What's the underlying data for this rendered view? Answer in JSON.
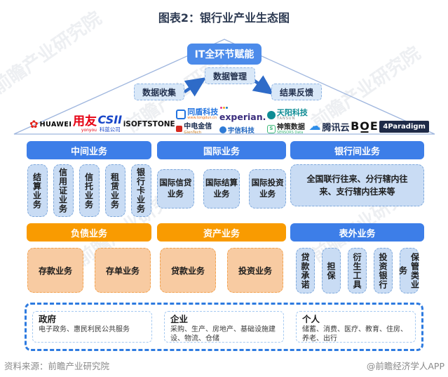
{
  "title": "图表2：银行业产业生态图",
  "roof": {
    "apex_label": "IT全环节赋能",
    "flow": [
      "数据收集",
      "数据管理",
      "结果反馈"
    ]
  },
  "logos": {
    "huawei": {
      "name": "HUAWEI"
    },
    "yonyou": {
      "name": "用友",
      "sub": "yonyou"
    },
    "csii": {
      "name": "CSII",
      "sub": "科蓝公司"
    },
    "isoftstone": {
      "name": "iSOFTSTONE"
    },
    "tongdun": {
      "name": "同盾科技",
      "sub": "www.tongdun.cn"
    },
    "gientech": {
      "name": "中电金信",
      "sub": "GienTech"
    },
    "experian": {
      "name": "experian."
    },
    "yuxin": {
      "name": "宇信科技"
    },
    "tansun": {
      "name": "天阳科技",
      "sub": "TANSUN"
    },
    "sensors": {
      "name": "神策数据",
      "sub": "SENSORS Data"
    },
    "tencent_cloud": {
      "name": "腾讯云"
    },
    "boe": {
      "name": "BOE"
    },
    "paradigm": {
      "name": "4Paradigm"
    }
  },
  "sections": {
    "zhongjian": {
      "title": "中间业务",
      "theme": "blue",
      "orientation": "vertical",
      "items": [
        "结算业务",
        "信用证业务",
        "信托业务",
        "租赁业务",
        "银行卡业务"
      ]
    },
    "guoji": {
      "title": "国际业务",
      "theme": "blue",
      "items": [
        "国际信贷业务",
        "国际结算业务",
        "国际投资业务"
      ]
    },
    "yinhangjian": {
      "title": "银行间业务",
      "theme": "blue",
      "items": [
        "全国联行往来、分行辖内往来、支行辖内往来等"
      ]
    },
    "fuzhai": {
      "title": "负债业务",
      "theme": "orange",
      "items": [
        "存款业务",
        "存单业务"
      ]
    },
    "zichan": {
      "title": "资产业务",
      "theme": "orange",
      "items": [
        "贷款业务",
        "投资业务"
      ]
    },
    "biaowai": {
      "title": "表外业务",
      "theme": "blue",
      "orientation": "vertical",
      "items": [
        "贷款承诺",
        "担保",
        "衍生工具",
        "投资银行",
        "保管类业务"
      ]
    }
  },
  "customers": [
    {
      "title": "政府",
      "desc": "电子政务、惠民利民公共服务"
    },
    {
      "title": "企业",
      "desc": "采购、生产、房地产、基础设施建设、物流、仓储"
    },
    {
      "title": "个人",
      "desc": "储蓄、消费、医疗、教育、住房、养老、出行"
    }
  ],
  "footer": {
    "source": "资料来源：前瞻产业研究院",
    "credit": "@前瞻经济学人APP"
  },
  "watermark": "前瞻产业研究院",
  "colors": {
    "blue_header": "#3D7EE8",
    "orange_header": "#F99B01",
    "light_blue_box": "#C9DCF4",
    "light_orange_box": "#F8CBA2",
    "arrow_blue": "#2E6BC8",
    "outer_dashed_border": "#2E7BE0"
  }
}
